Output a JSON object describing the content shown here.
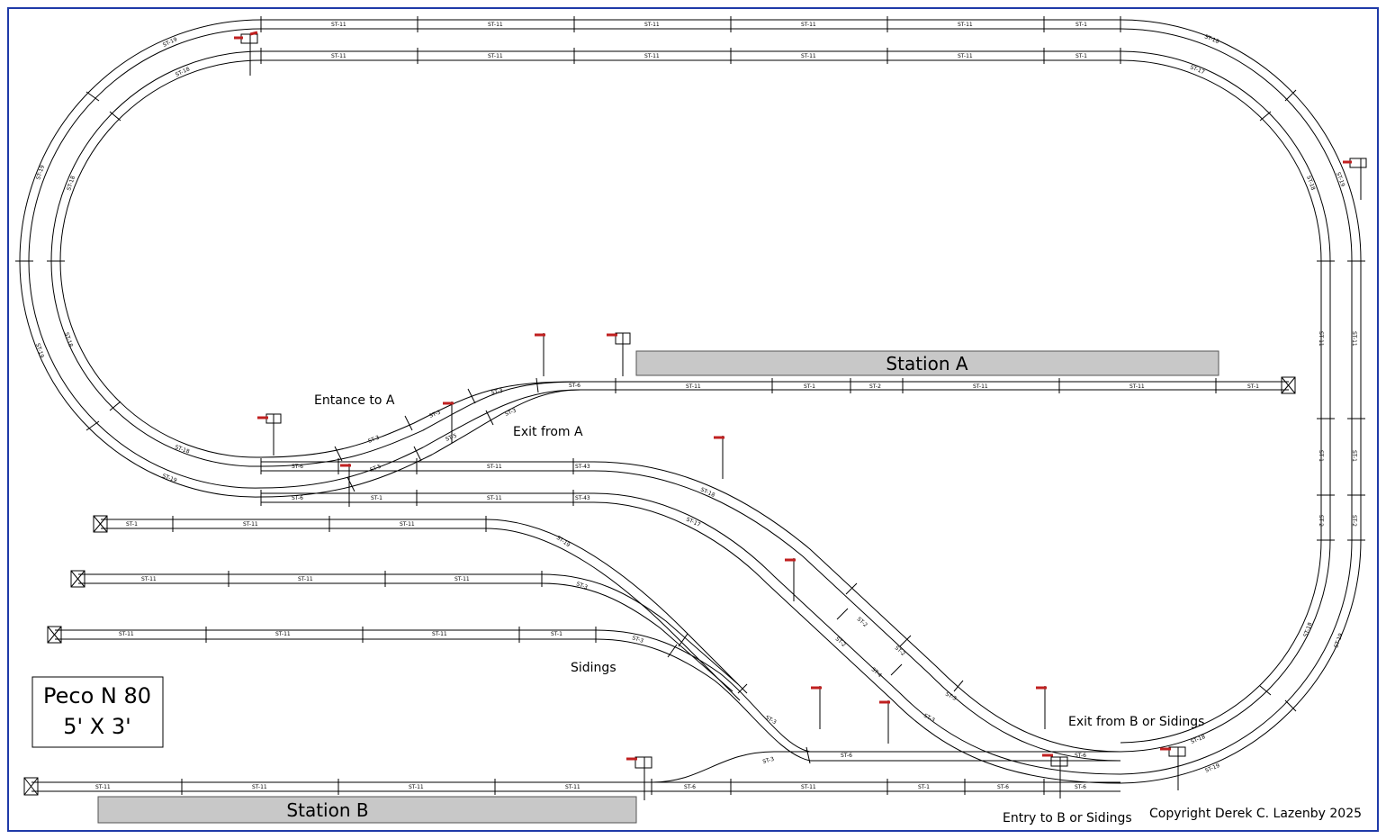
{
  "layout": {
    "title_line1": "Peco N 80",
    "title_line2": "5' X 3'",
    "copyright": "Copyright Derek C. Lazenby 2025"
  },
  "stations": {
    "a": "Station A",
    "b": "Station B"
  },
  "labels": {
    "entrance_a": "Entance to A",
    "exit_a": "Exit from A",
    "sidings": "Sidings",
    "exit_b": "Exit from B or Sidings",
    "entry_b": "Entry to B or Sidings"
  },
  "codes": {
    "top_outer": [
      "ST-11",
      "ST-11",
      "ST-11",
      "ST-11",
      "ST-11",
      "ST-1"
    ],
    "top_inner": [
      "ST-11",
      "ST-11",
      "ST-11",
      "ST-11",
      "ST-11",
      "ST-1"
    ],
    "station_a": [
      "ST-11",
      "ST-1",
      "ST-2",
      "ST-11",
      "ST-11",
      "ST-1"
    ],
    "upper_mid_outer": [
      "ST-11",
      "ST-43"
    ],
    "upper_mid_inner": [
      "ST-1",
      "ST-11",
      "ST-43"
    ],
    "siding_1": [
      "ST-1",
      "ST-11",
      "ST-11"
    ],
    "siding_2": [
      "ST-11",
      "ST-11",
      "ST-11"
    ],
    "siding_3": [
      "ST-11",
      "ST-11",
      "ST-11",
      "ST-1"
    ],
    "station_b": [
      "ST-11",
      "ST-11",
      "ST-11",
      "ST-11",
      "ST-6",
      "ST-11",
      "ST-1",
      "ST-6",
      "ST-6"
    ],
    "curves": [
      "ST-19",
      "ST-18",
      "ST-19",
      "ST-18",
      "ST-19",
      "ST-18",
      "ST-19",
      "ST-18",
      "ST-6",
      "ST-6",
      "ST-5",
      "ST-5",
      "ST-3",
      "ST-3",
      "ST-18",
      "ST-17",
      "ST-2",
      "ST-2",
      "ST-4",
      "ST-3",
      "ST-3",
      "ST-11",
      "ST-1",
      "ST-2",
      "ST-2",
      "ST-11",
      "ST-1"
    ]
  }
}
